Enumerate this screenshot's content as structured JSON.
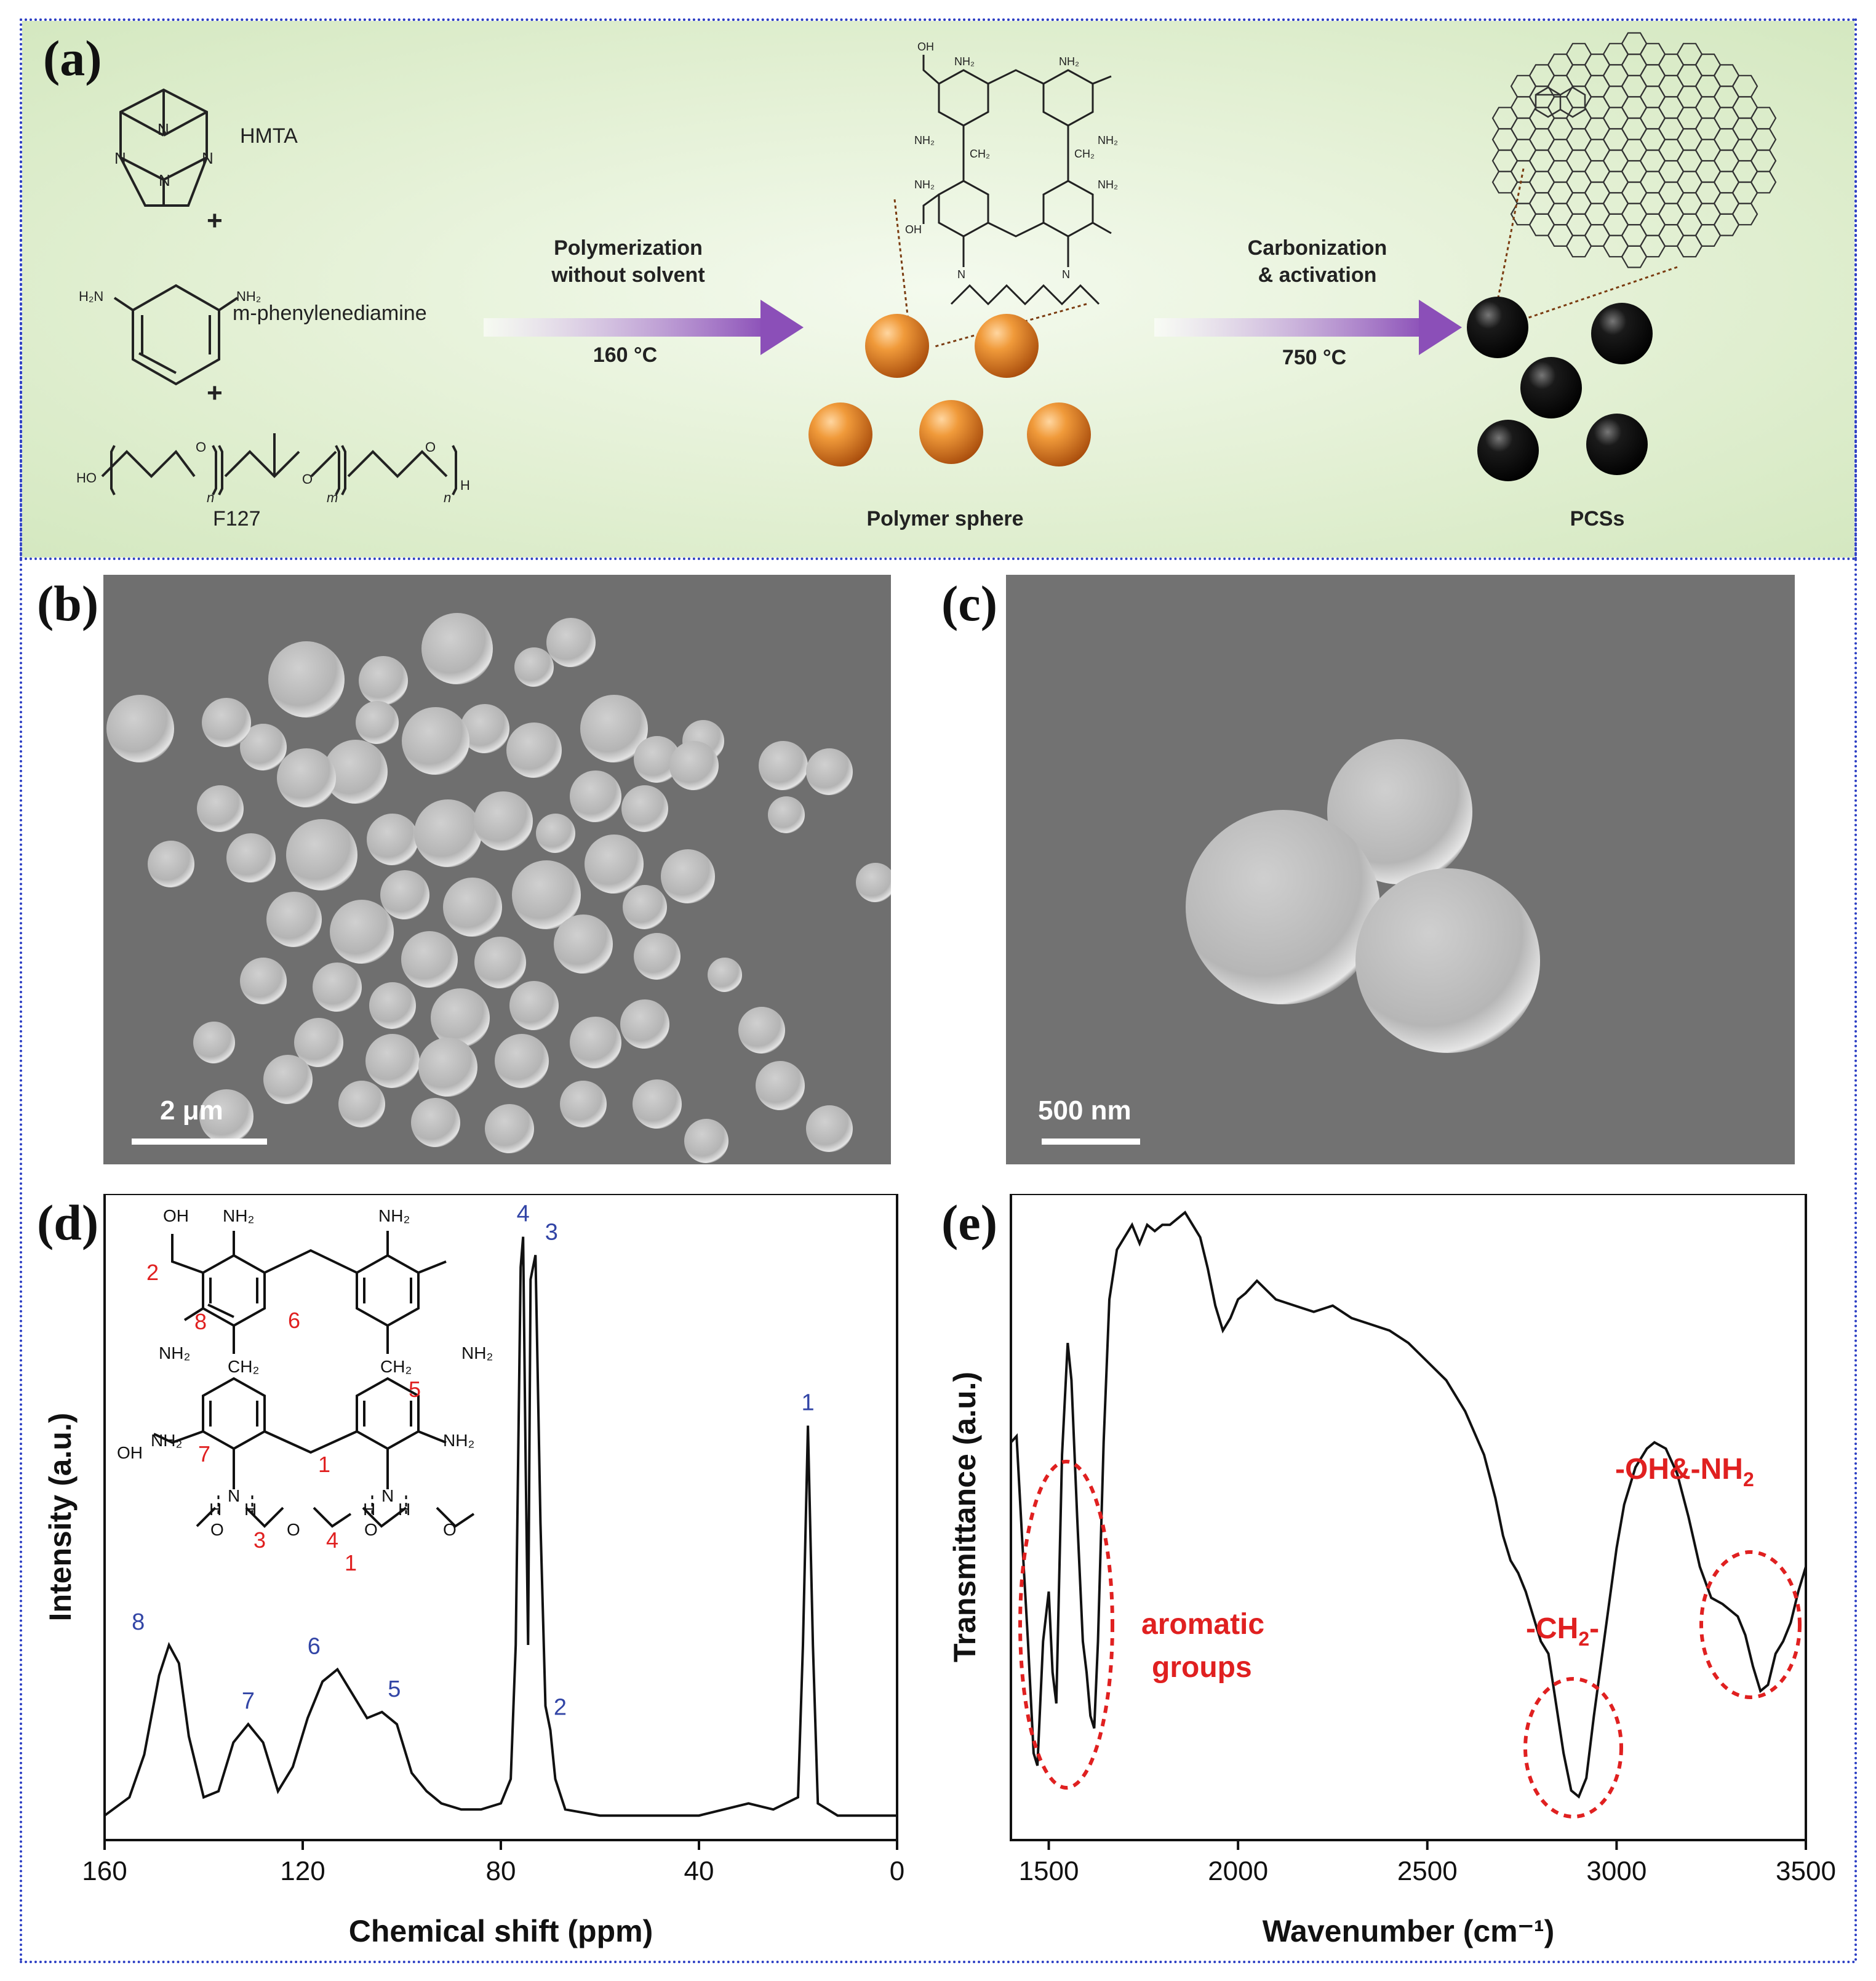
{
  "panels": {
    "a": {
      "letter": "(a)",
      "reagents": {
        "hmta": "HMTA",
        "mpd": "m-phenylenediamine",
        "f127": "F127",
        "plus": "+"
      },
      "step1": {
        "line1": "Polymerization",
        "line2": "without solvent",
        "temp": "160 °C"
      },
      "step2": {
        "line1": "Carbonization",
        "line2": "& activation",
        "temp": "750 °C"
      },
      "product1": "Polymer sphere",
      "product2": "PCSs"
    },
    "b": {
      "letter": "(b)",
      "scale_label": "2 μm"
    },
    "c": {
      "letter": "(c)",
      "scale_label": "500 nm"
    },
    "d": {
      "letter": "(d)"
    },
    "e": {
      "letter": "(e)"
    }
  },
  "chart_data": [
    {
      "type": "line",
      "panel": "d",
      "xlabel": "Chemical shift (ppm)",
      "ylabel": "Intensity (a.u.)",
      "xlim": [
        160,
        0
      ],
      "xticks": [
        160,
        120,
        80,
        40,
        0
      ],
      "series": [
        {
          "x": [
            160,
            155,
            152,
            149,
            147,
            145,
            143,
            140,
            137,
            134,
            131,
            128,
            125,
            122,
            119,
            116,
            113,
            110,
            107,
            104,
            101,
            98,
            95,
            92,
            88,
            84,
            80,
            78,
            77,
            76,
            75.5,
            75,
            74.5,
            74,
            73,
            72,
            71,
            70,
            69,
            67,
            60,
            50,
            40,
            30,
            25,
            20,
            19,
            18,
            17,
            16,
            12,
            8,
            4,
            0
          ],
          "y": [
            0.02,
            0.05,
            0.12,
            0.25,
            0.3,
            0.27,
            0.15,
            0.05,
            0.06,
            0.14,
            0.17,
            0.14,
            0.06,
            0.1,
            0.18,
            0.24,
            0.26,
            0.22,
            0.18,
            0.19,
            0.17,
            0.09,
            0.06,
            0.04,
            0.03,
            0.03,
            0.04,
            0.08,
            0.3,
            0.92,
            0.97,
            0.6,
            0.3,
            0.9,
            0.94,
            0.5,
            0.2,
            0.16,
            0.08,
            0.03,
            0.02,
            0.02,
            0.02,
            0.04,
            0.03,
            0.05,
            0.3,
            0.66,
            0.3,
            0.04,
            0.02,
            0.02,
            0.02,
            0.02
          ]
        }
      ],
      "peak_labels": [
        "1",
        "2",
        "3",
        "4",
        "5",
        "6",
        "7",
        "8"
      ],
      "structure_labels": {
        "oh": "OH",
        "nh2": "NH₂",
        "ch2": "CH₂",
        "n": "N",
        "h": "H",
        "o": "O",
        "numbers": [
          "2",
          "8",
          "6",
          "5",
          "7",
          "1",
          "3",
          "4",
          "1"
        ]
      }
    },
    {
      "type": "line",
      "panel": "e",
      "xlabel": "Wavenumber (cm⁻¹)",
      "ylabel": "Transmittance (a.u.)",
      "xlim": [
        1400,
        3500
      ],
      "xticks": [
        1500,
        2000,
        2500,
        3000,
        3500
      ],
      "series": [
        {
          "x": [
            1400,
            1415,
            1430,
            1445,
            1460,
            1470,
            1485,
            1500,
            1510,
            1520,
            1535,
            1550,
            1560,
            1575,
            1590,
            1600,
            1610,
            1620,
            1630,
            1645,
            1660,
            1680,
            1700,
            1720,
            1740,
            1760,
            1780,
            1800,
            1820,
            1840,
            1860,
            1880,
            1900,
            1920,
            1940,
            1960,
            1980,
            2000,
            2020,
            2050,
            2100,
            2150,
            2200,
            2250,
            2300,
            2350,
            2400,
            2450,
            2500,
            2550,
            2600,
            2650,
            2680,
            2700,
            2720,
            2740,
            2760,
            2780,
            2800,
            2820,
            2840,
            2860,
            2880,
            2900,
            2920,
            2940,
            2960,
            2980,
            3000,
            3020,
            3050,
            3080,
            3100,
            3130,
            3160,
            3190,
            3220,
            3250,
            3280,
            3300,
            3320,
            3340,
            3360,
            3380,
            3400,
            3420,
            3440,
            3460,
            3480,
            3500
          ],
          "y": [
            0.62,
            0.63,
            0.46,
            0.3,
            0.12,
            0.1,
            0.3,
            0.38,
            0.25,
            0.2,
            0.6,
            0.78,
            0.72,
            0.5,
            0.3,
            0.25,
            0.18,
            0.16,
            0.3,
            0.62,
            0.85,
            0.93,
            0.95,
            0.97,
            0.94,
            0.97,
            0.96,
            0.97,
            0.97,
            0.98,
            0.99,
            0.97,
            0.95,
            0.9,
            0.84,
            0.8,
            0.82,
            0.85,
            0.86,
            0.88,
            0.85,
            0.84,
            0.83,
            0.84,
            0.82,
            0.81,
            0.8,
            0.78,
            0.75,
            0.72,
            0.67,
            0.6,
            0.53,
            0.47,
            0.43,
            0.41,
            0.38,
            0.34,
            0.3,
            0.28,
            0.2,
            0.12,
            0.06,
            0.05,
            0.08,
            0.18,
            0.27,
            0.36,
            0.45,
            0.52,
            0.58,
            0.61,
            0.62,
            0.61,
            0.57,
            0.5,
            0.42,
            0.37,
            0.36,
            0.35,
            0.34,
            0.31,
            0.26,
            0.22,
            0.23,
            0.28,
            0.3,
            0.33,
            0.38,
            0.42
          ]
        }
      ],
      "annotations": {
        "aromatic_line1": "aromatic",
        "aromatic_line2": "groups",
        "ch2": "-CH",
        "ch2_sub": "2",
        "ch2_tail": "-",
        "ohnh2": "-OH&-NH",
        "ohnh2_sub": "2"
      }
    }
  ]
}
